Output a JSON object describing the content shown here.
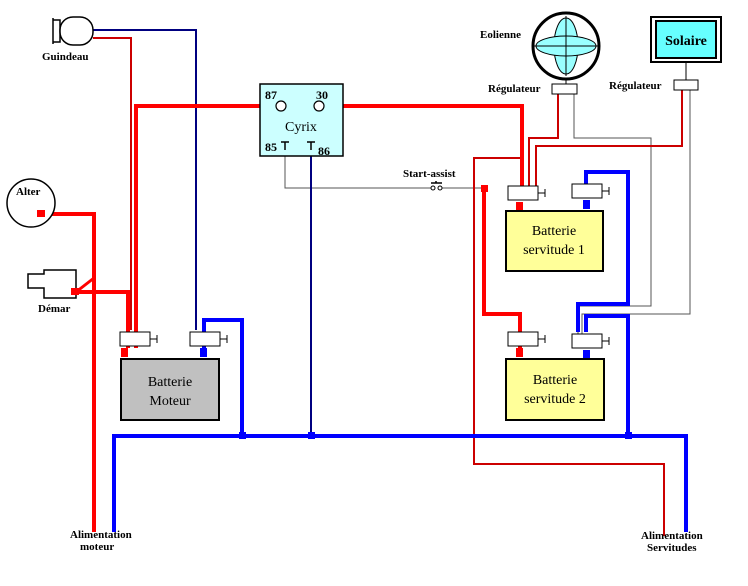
{
  "labels": {
    "guindeau": "Guindeau",
    "alter": "Alter",
    "demar": "Démar",
    "eolienne": "Eolienne",
    "solaire": "Solaire",
    "regulateur_eol": "Régulateur",
    "regulateur_sol": "Régulateur",
    "start_assist": "Start-assist",
    "alim_moteur_1": "Alimentation",
    "alim_moteur_2": "moteur",
    "alim_serv_1": "Alimentation",
    "alim_serv_2": "Servitudes"
  },
  "relay": {
    "name": "Cyrix",
    "pin_87": "87",
    "pin_30": "30",
    "pin_85": "85",
    "pin_86": "86"
  },
  "batteries": {
    "moteur": {
      "line1": "Batterie",
      "line2": "Moteur"
    },
    "serv1": {
      "line1": "Batterie",
      "line2": "servitude 1"
    },
    "serv2": {
      "line1": "Batterie",
      "line2": "servitude 2"
    }
  },
  "colors": {
    "positive": "#ff0000",
    "dark_positive": "#cc0000",
    "negative": "#0000ff",
    "dark_negative": "#000080",
    "relay_fill": "#ccffff",
    "service_battery_fill": "#ffff99",
    "engine_battery_fill": "#c0c0c0"
  }
}
